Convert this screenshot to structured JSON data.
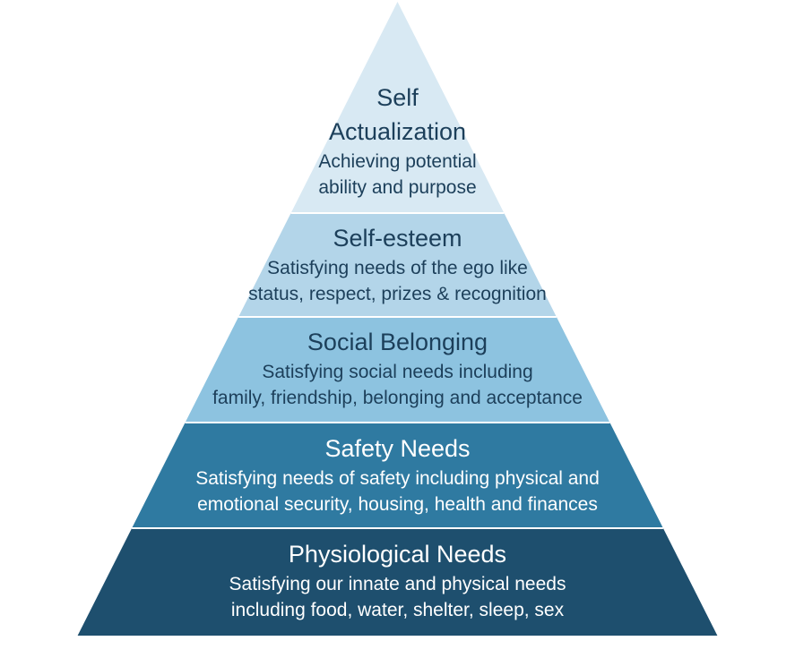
{
  "pyramid": {
    "levels": [
      {
        "title": "Self Actualization",
        "description_lines": [
          "Achieving potential",
          "ability and purpose"
        ],
        "color": "#d8e9f3"
      },
      {
        "title": "Self-esteem",
        "description_lines": [
          "Satisfying needs of the ego like",
          "status, respect, prizes & recognition"
        ],
        "color": "#b3d5e9"
      },
      {
        "title": "Social Belonging",
        "description_lines": [
          "Satisfying social needs including",
          "family, friendship, belonging and acceptance"
        ],
        "color": "#8dc3e0"
      },
      {
        "title": "Safety Needs",
        "description_lines": [
          "Satisfying needs of safety including physical and",
          "emotional security, housing, health and finances"
        ],
        "color": "#2f7aa1"
      },
      {
        "title": "Physiological Needs",
        "description_lines": [
          "Satisfying our innate and physical needs",
          "including food, water, shelter, sleep, sex"
        ],
        "color": "#1e4f6e"
      }
    ],
    "dark_text_color": "#1c3f5a",
    "light_text_color": "#ffffff",
    "separator_color": "#ffffff"
  }
}
